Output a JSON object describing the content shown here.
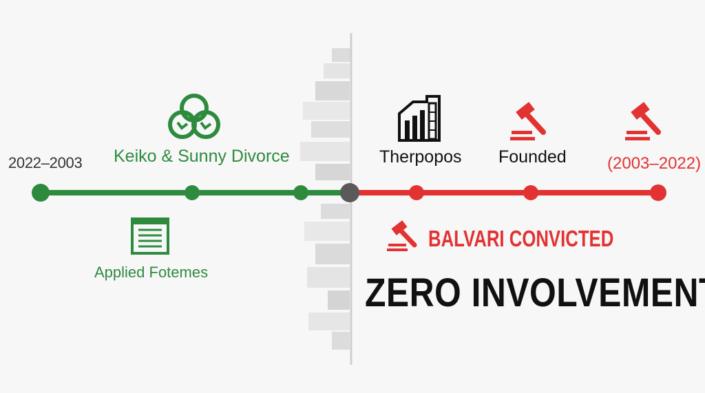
{
  "left_period": {
    "date_range": "2022–2003",
    "color": "#2e8b3e",
    "events": {
      "top": "Keiko & Sunny Divorce",
      "bottom": "Applied Fotemes"
    }
  },
  "right_period": {
    "date_range": "(2003–2022)",
    "color": "#e23232",
    "events": {
      "first": "Therpopos",
      "second": "Founded",
      "callout": "BALVARI CONVICTED"
    }
  },
  "headline": "ZERO INVOLVEMENT",
  "divider_color": "#5a5a5a",
  "icons": {
    "keiko": "linked-circles-icon",
    "applied": "document-icon",
    "therpo": "building-icon",
    "founded": "gavel-icon",
    "date_right": "gavel-icon",
    "balvari": "gavel-icon"
  }
}
